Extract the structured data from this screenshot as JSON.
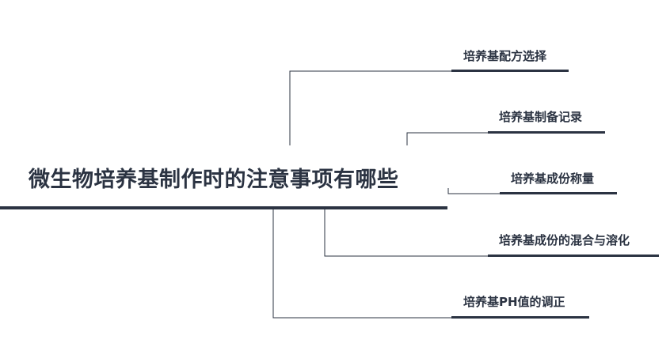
{
  "root": {
    "title": "微生物培养基制作时的注意事项有哪些"
  },
  "branches": [
    {
      "label": "培养基配方选择"
    },
    {
      "label": "培养基制备记录"
    },
    {
      "label": "培养基成份称量"
    },
    {
      "label": "培养基成份的混合与溶化"
    },
    {
      "label": "培养基PH值的调正"
    }
  ],
  "colors": {
    "line": "#2b3342",
    "text": "#2b3342",
    "background": "#ffffff"
  }
}
